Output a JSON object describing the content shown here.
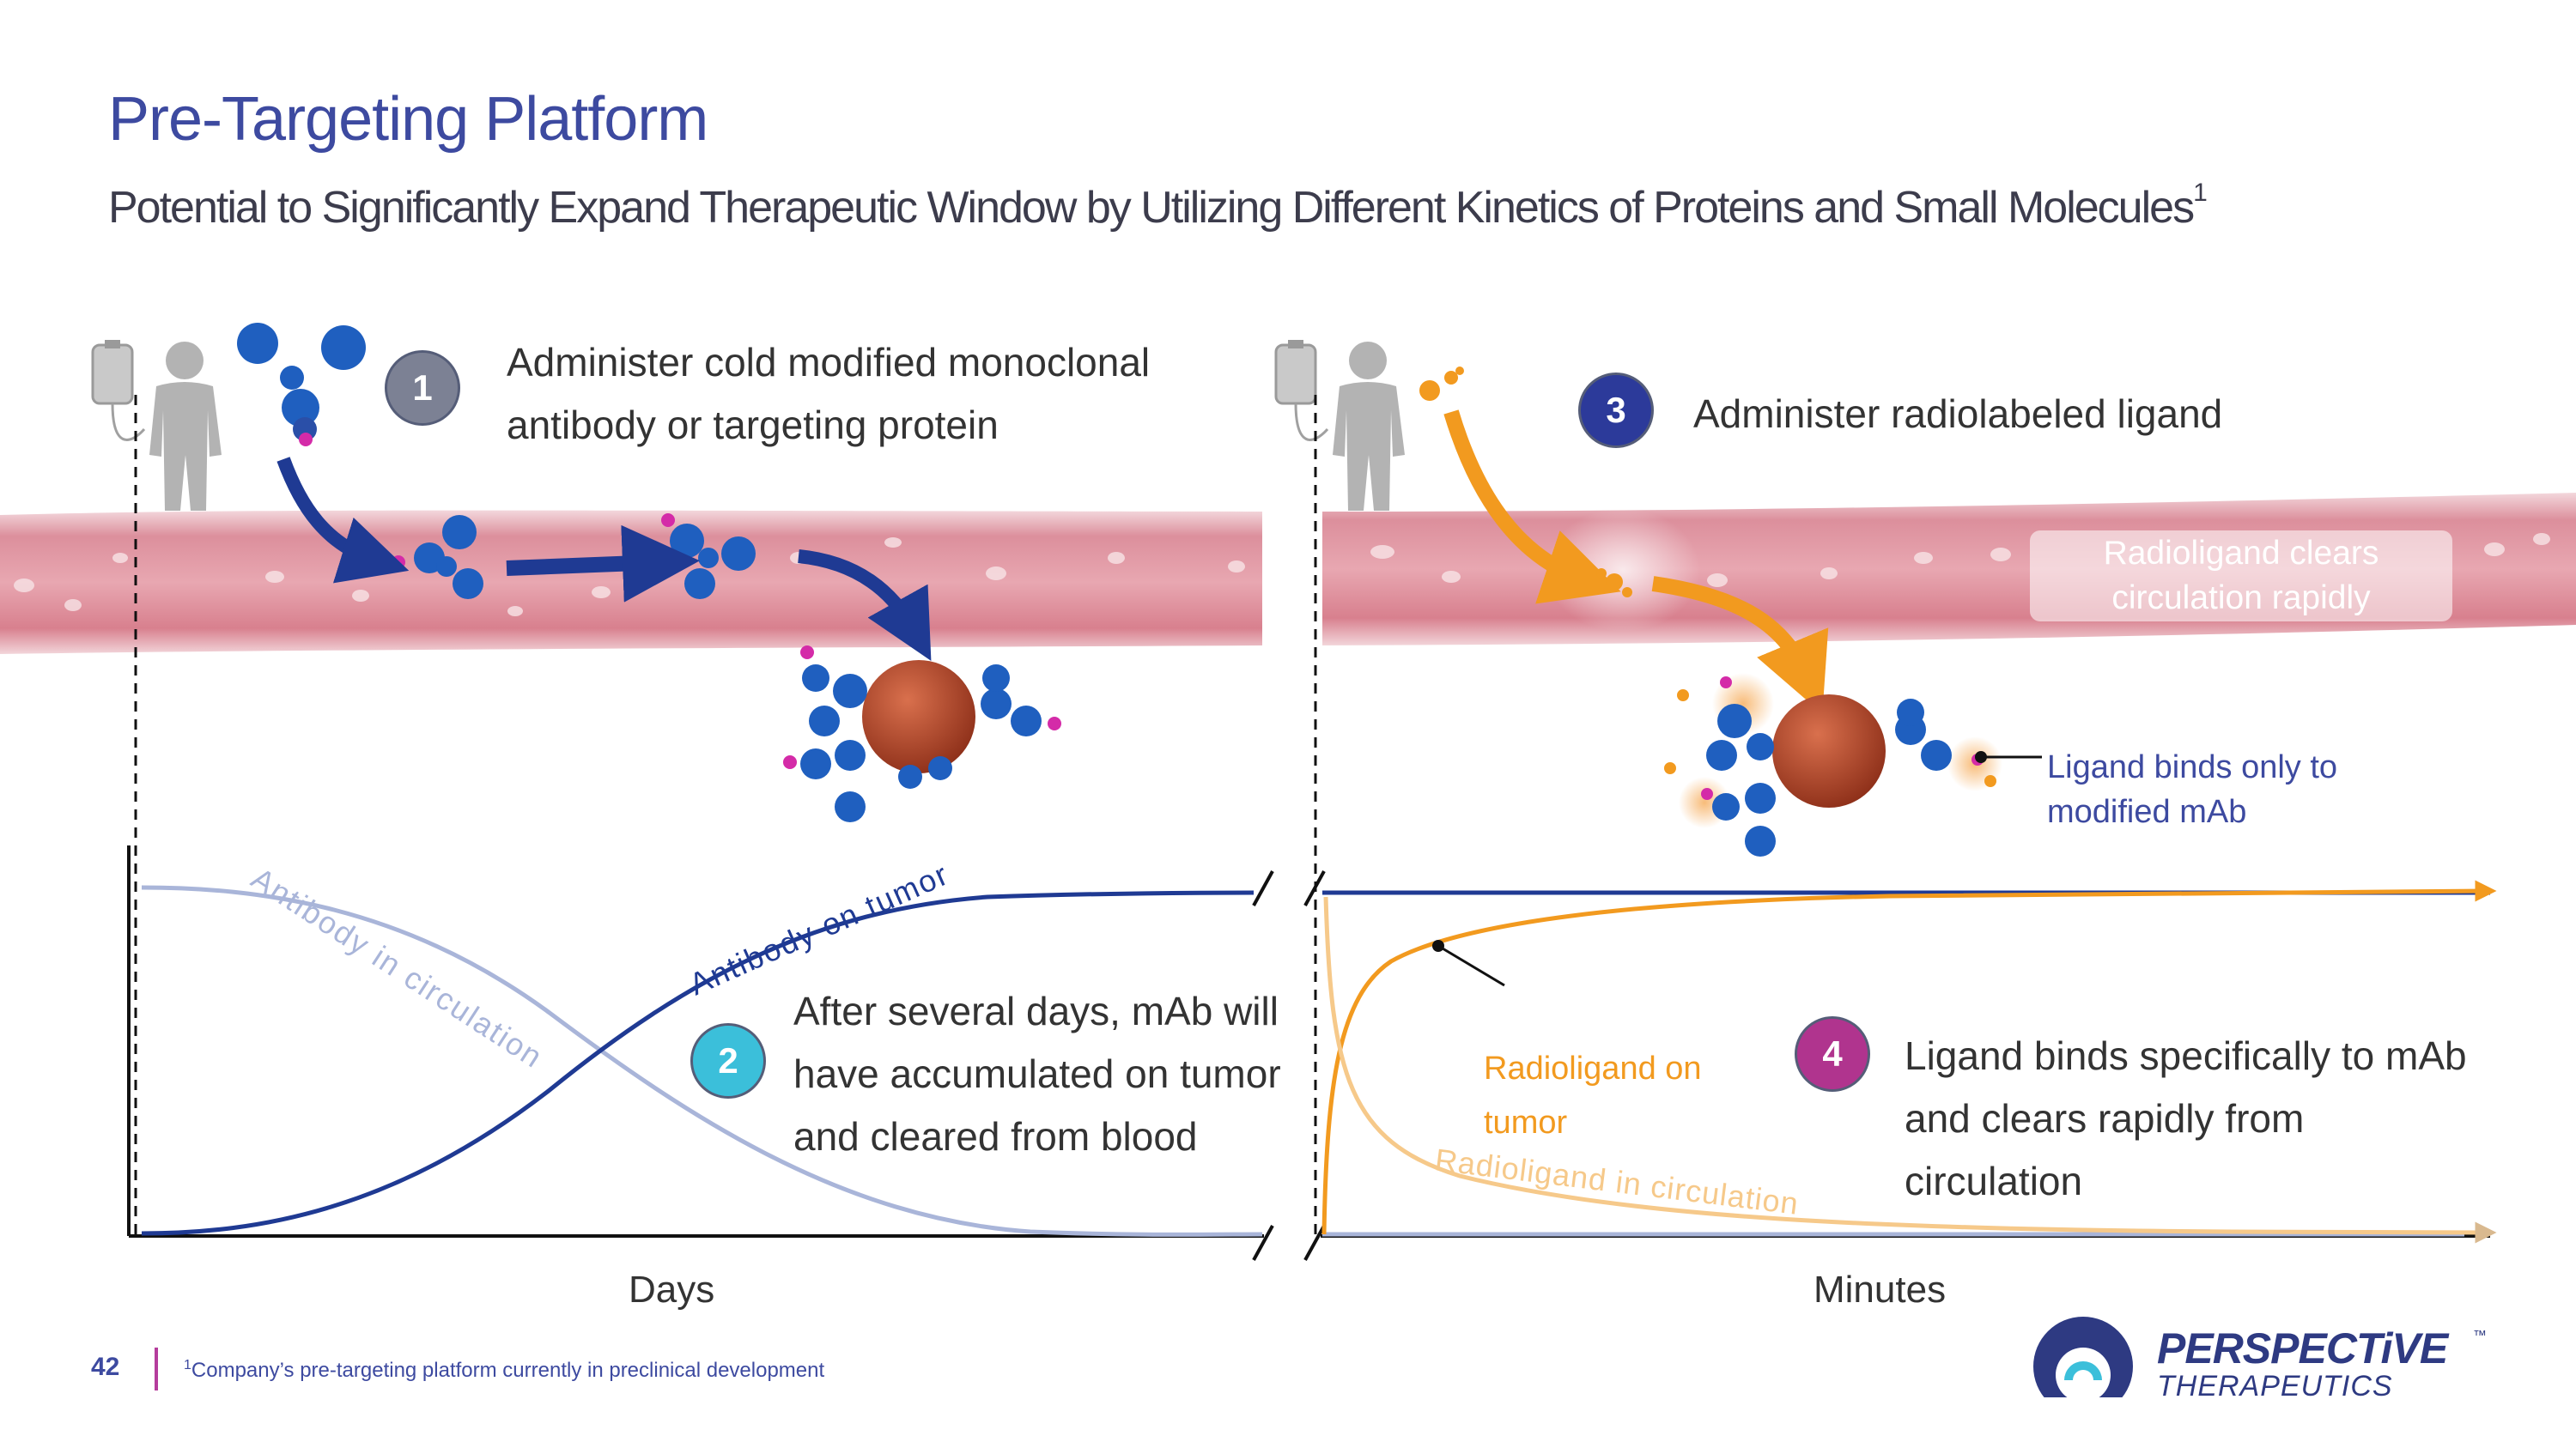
{
  "header": {
    "title": "Pre-Targeting Platform",
    "subtitle": "Potential to Significantly Expand Therapeutic Window by Utilizing Different Kinetics of Proteins and Small Molecules",
    "subtitle_sup": "1"
  },
  "steps": [
    {
      "number": "1",
      "line1": "Administer cold modified monoclonal",
      "line2": "antibody or targeting protein",
      "color": "#7c8194"
    },
    {
      "number": "2",
      "line1": "After several days, mAb will",
      "line2": "have accumulated on tumor",
      "line3": "and cleared from blood",
      "color": "#3bbfda"
    },
    {
      "number": "3",
      "line1": "Administer radiolabeled ligand",
      "color": "#2c3a9a"
    },
    {
      "number": "4",
      "line1": "Ligand binds specifically to mAb",
      "line2": "and clears rapidly from",
      "line3": "circulation",
      "color": "#b0348e"
    }
  ],
  "callouts": {
    "clears_line1": "Radioligand clears",
    "clears_line2": "circulation rapidly",
    "binds_line1": "Ligand binds only to",
    "binds_line2": "modified mAb",
    "radioligand_tumor_line1": "Radioligand on",
    "radioligand_tumor_line2": "tumor"
  },
  "curve_labels": {
    "antibody_circulation": "Antibody in circulation",
    "antibody_tumor": "Antibody on tumor",
    "radioligand_circulation": "Radioligand in circulation"
  },
  "axes": {
    "left_xlabel": "Days",
    "right_xlabel": "Minutes"
  },
  "footer": {
    "page_number": "42",
    "footnote_sup": "1",
    "footnote": "Company’s pre-targeting platform currently in preclinical development"
  },
  "brand": {
    "name": "PERSPECTiVE",
    "tm": "™",
    "sub": "THERAPEUTICS"
  },
  "colors": {
    "title": "#3d4aa0",
    "antibody_tumor": "#1f3a93",
    "antibody_circulation": "#a9b5d9",
    "radioligand_tumor": "#f29a1f",
    "radioligand_circulation": "#f6c98a",
    "vessel": "#d8818e",
    "tumor": "#b8452b",
    "antibody": "#1f5fbf"
  }
}
